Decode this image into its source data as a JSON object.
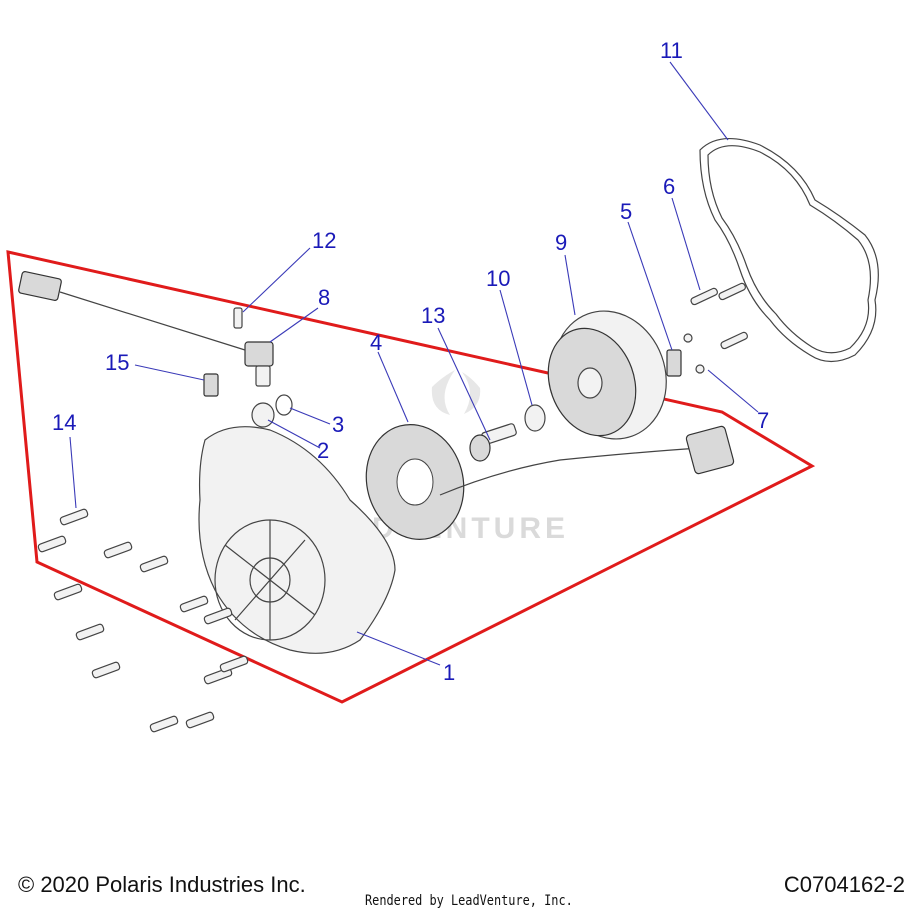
{
  "diagram": {
    "callouts": [
      "1",
      "2",
      "3",
      "4",
      "5",
      "6",
      "7",
      "8",
      "9",
      "10",
      "11",
      "12",
      "13",
      "14",
      "15"
    ],
    "watermark": "LEADVENTURE",
    "highlight_color": "#e01b1b",
    "callout_color": "#1a1ab8"
  },
  "footer": {
    "copyright": "© 2020 Polaris Industries Inc.",
    "rendered_by": "Rendered by LeadVenture, Inc.",
    "diagram_code": "C0704162-2"
  }
}
